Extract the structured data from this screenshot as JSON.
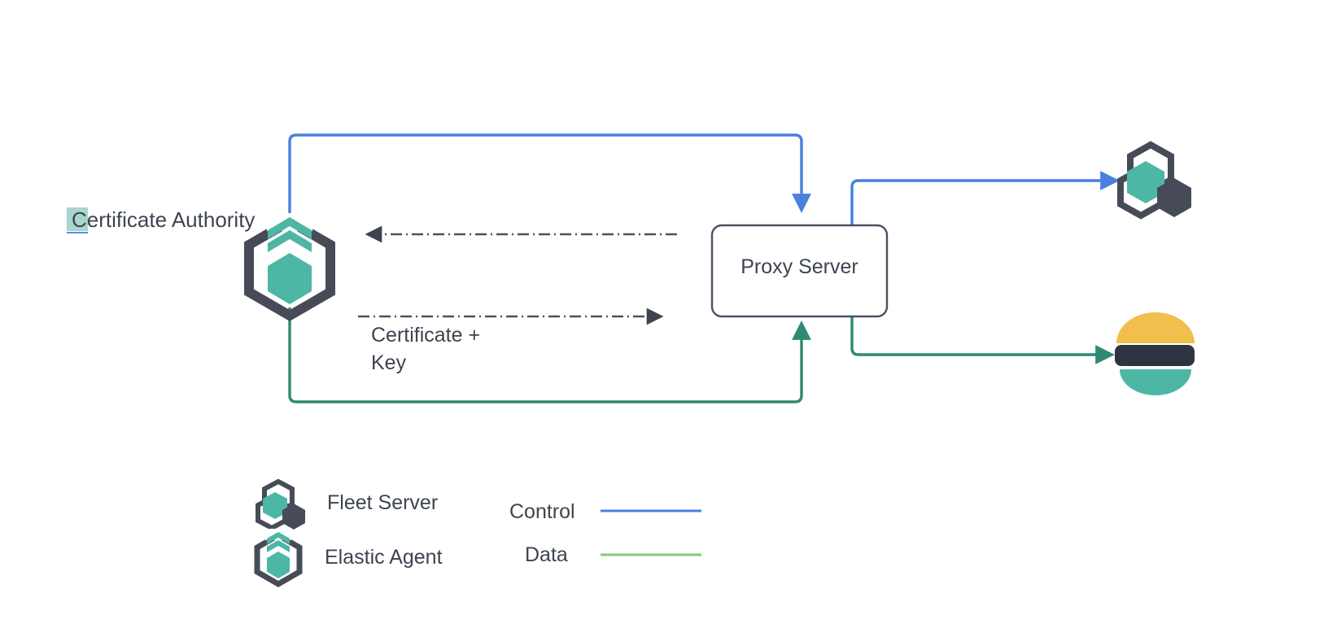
{
  "diagram": {
    "title_text_selected": "Certificate Authority",
    "nodes": {
      "certificate_authority": {
        "label": "Certificate Authority",
        "icon": "elastic-agent-icon"
      },
      "proxy_server": {
        "label": "Proxy Server"
      },
      "fleet_server": {
        "icon": "fleet-server-icon"
      },
      "elasticsearch": {
        "icon": "elasticsearch-icon"
      }
    },
    "edge_labels": {
      "certificate_key_line1": "Certificate +",
      "certificate_key_line2": "Key"
    },
    "legend": {
      "items": [
        {
          "label": "Fleet Server",
          "icon": "fleet-server-icon"
        },
        {
          "label": "Elastic Agent",
          "icon": "elastic-agent-icon"
        }
      ],
      "lines": [
        {
          "label": "Control",
          "color": "#4a7fe0"
        },
        {
          "label": "Data",
          "color": "#87c878"
        }
      ]
    },
    "colors": {
      "control": "#4a7fe0",
      "data": "#2e8a72",
      "data_legend": "#87c878",
      "dashed": "#4a5160",
      "teal": "#4db6a5",
      "dark": "#464b57",
      "text": "#3d4450",
      "box_border": "#4a5160",
      "yellow": "#f0bf4c",
      "selection_bg": "#a8d5cd",
      "selection_underline": "#5b8dd9"
    }
  }
}
